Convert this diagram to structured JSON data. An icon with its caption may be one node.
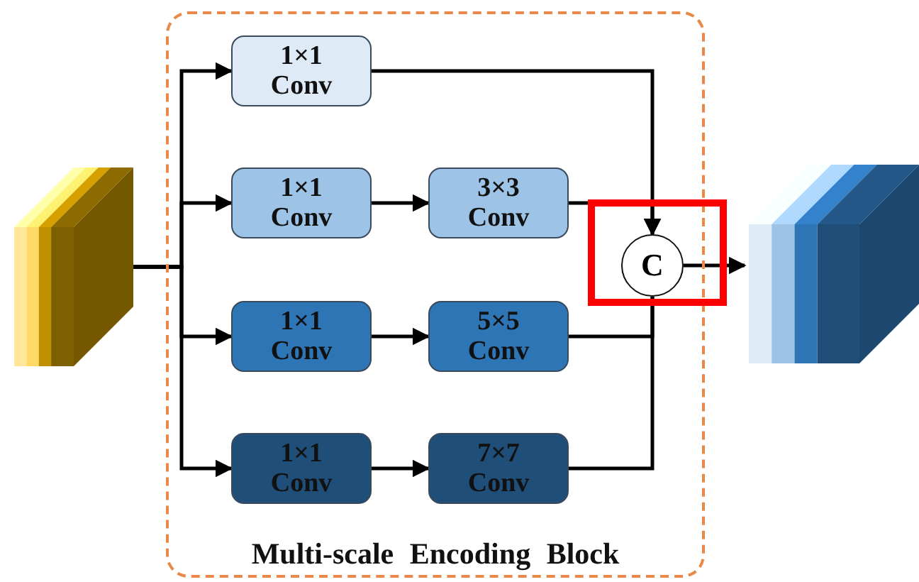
{
  "diagram": {
    "nodes": [
      {
        "text": [],
        "shape": "cuboid"
      },
      {
        "text": [
          "Multi-scale Encoding Block"
        ]
      },
      {
        "text": [
          "1×1 Conv"
        ],
        "in": 1
      },
      {
        "text": [
          "1×1 Conv"
        ],
        "in": 1
      },
      {
        "text": [
          "1×1 Conv"
        ],
        "in": 1
      },
      {
        "text": [
          "1×1 Conv"
        ],
        "in": 1
      },
      {
        "text": [
          "3×3 Conv"
        ],
        "in": 1
      },
      {
        "text": [
          "5×5 Conv"
        ],
        "in": 1
      },
      {
        "text": [
          "7×7 Conv"
        ],
        "in": 1
      },
      {
        "text": [
          "C"
        ],
        "in": 1
      },
      {
        "text": [],
        "shape": "cuboid"
      }
    ],
    "edges": [
      {
        "from": 0,
        "to": 2,
        "arrow": "to"
      },
      {
        "from": 0,
        "to": 3,
        "arrow": "to"
      },
      {
        "from": 0,
        "to": 4,
        "arrow": "to"
      },
      {
        "from": 0,
        "to": 5,
        "arrow": "to"
      },
      {
        "from": 3,
        "to": 6,
        "arrow": "to"
      },
      {
        "from": 4,
        "to": 7,
        "arrow": "to"
      },
      {
        "from": 5,
        "to": 8,
        "arrow": "to"
      },
      {
        "from": 2,
        "to": 9,
        "arrow": "to"
      },
      {
        "from": 6,
        "to": 9,
        "arrow": "to"
      },
      {
        "from": 7,
        "to": 9,
        "arrow": "none"
      },
      {
        "from": 8,
        "to": 9,
        "arrow": "none"
      },
      {
        "from": 9,
        "to": 10,
        "arrow": "to"
      }
    ]
  }
}
